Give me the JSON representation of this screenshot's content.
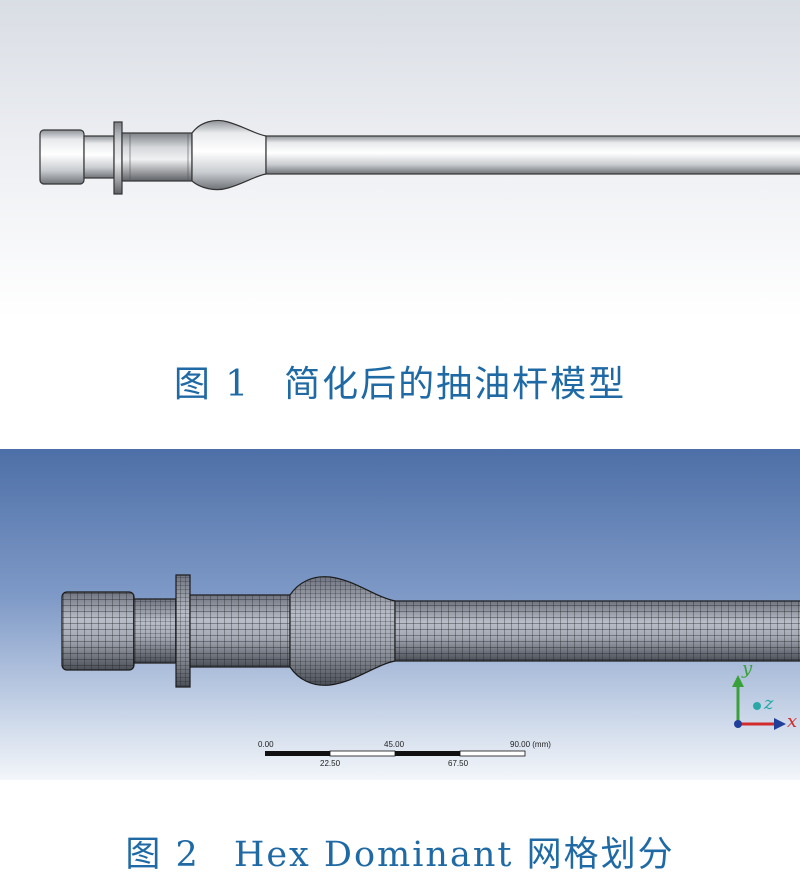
{
  "figure1": {
    "caption_number": "图 1",
    "caption_text": "简化后的抽油杆模型"
  },
  "figure2": {
    "caption_number": "图 2",
    "caption_text": "Hex Dominant 网格划分",
    "triad": {
      "y_label": "y",
      "z_label": "z",
      "x_label": "x"
    },
    "scale_bar": {
      "top_labels": [
        "0.00",
        "45.00",
        "90.00 (mm)"
      ],
      "bottom_labels": [
        "22.50",
        "67.50"
      ]
    }
  },
  "colors": {
    "caption": "#1f6aa5",
    "axis_y": "#3aa13a",
    "axis_x": "#d22b2b",
    "axis_z": "#2aa8a8"
  }
}
